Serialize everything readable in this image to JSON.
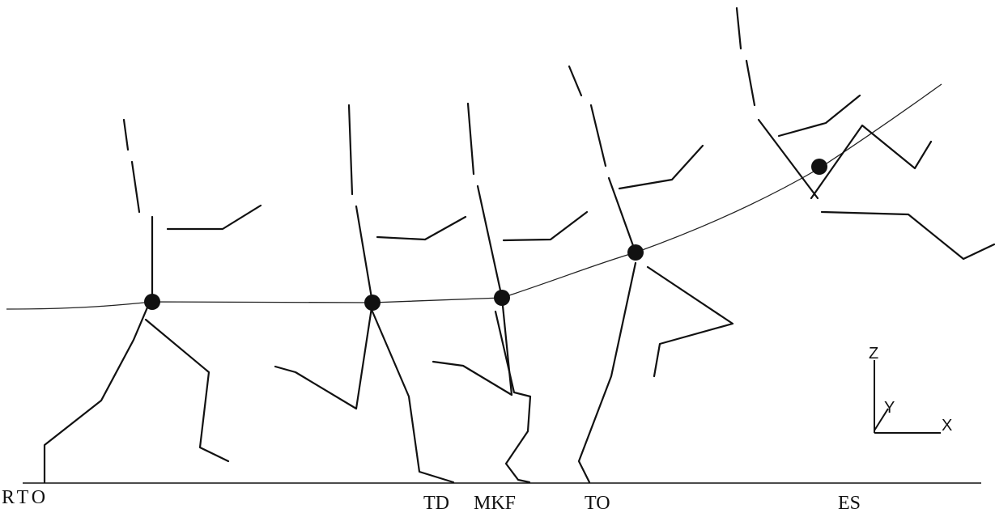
{
  "events": {
    "rto": "RTO",
    "td": "TD",
    "mkf": "MKF",
    "to": "TO",
    "es": "ES"
  },
  "axes": {
    "z": "Z",
    "y": "Y",
    "x": "X"
  }
}
